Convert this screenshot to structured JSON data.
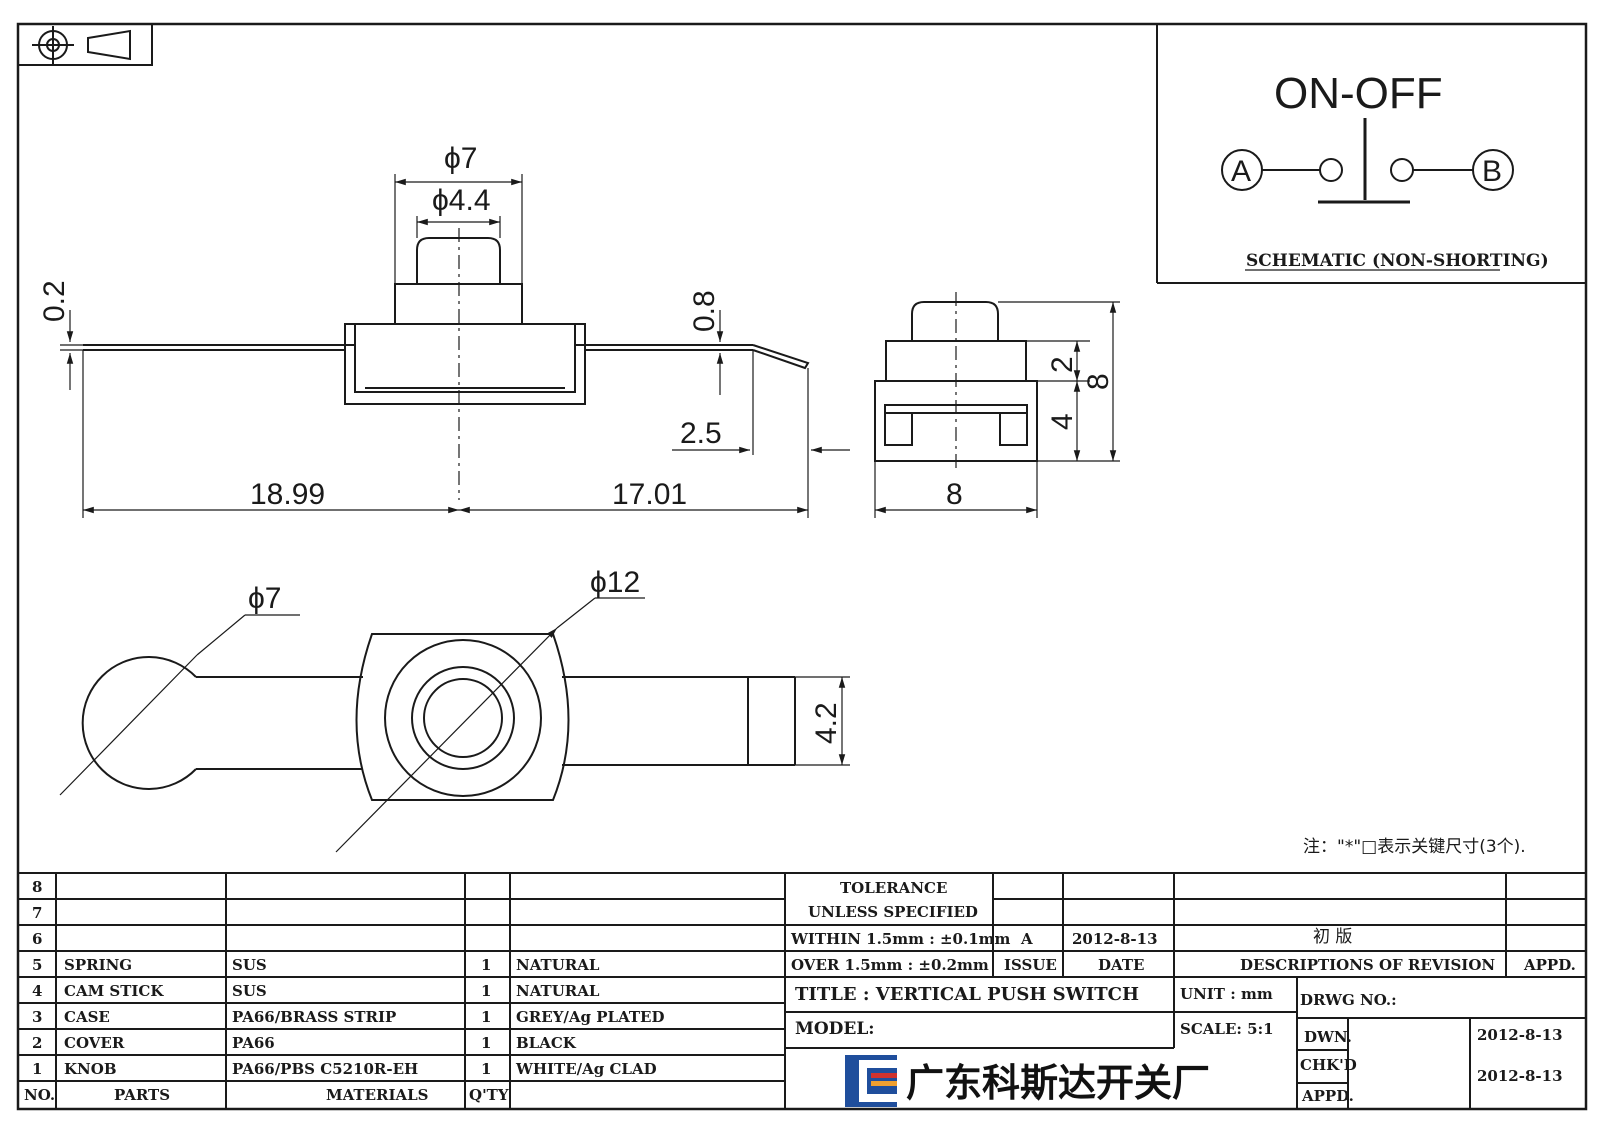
{
  "colors": {
    "ink": "#1a1a1a",
    "paper": "#ffffff",
    "logo_blue": "#1f4e9c",
    "logo_red": "#d0332e",
    "logo_orange": "#f0a030"
  },
  "front_view": {
    "dim_phi7": "ϕ7",
    "dim_phi44": "ϕ4.4",
    "dim_02": "0.2",
    "dim_08": "0.8",
    "dim_25": "2.5",
    "dim_1899": "18.99",
    "dim_1701": "17.01"
  },
  "side_view": {
    "dim_2": "2",
    "dim_4": "4",
    "dim_8h": "8",
    "dim_8w": "8"
  },
  "top_view": {
    "dim_phi7": "ϕ7",
    "dim_phi12": "ϕ12",
    "dim_42": "4.2"
  },
  "schematic": {
    "title": "ON-OFF",
    "node_a": "A",
    "node_b": "B",
    "caption": "SCHEMATIC (NON-SHORTING)"
  },
  "note": "注：\"*\"□表示关键尺寸(3个).",
  "parts_table": {
    "rows": [
      {
        "no": "8",
        "part": "",
        "material": "",
        "qty": "",
        "finish": ""
      },
      {
        "no": "7",
        "part": "",
        "material": "",
        "qty": "",
        "finish": ""
      },
      {
        "no": "6",
        "part": "",
        "material": "",
        "qty": "",
        "finish": ""
      },
      {
        "no": "5",
        "part": "SPRING",
        "material": "SUS",
        "qty": "1",
        "finish": "NATURAL"
      },
      {
        "no": "4",
        "part": "CAM STICK",
        "material": "SUS",
        "qty": "1",
        "finish": "NATURAL"
      },
      {
        "no": "3",
        "part": "CASE",
        "material": "PA66/BRASS STRIP",
        "qty": "1",
        "finish": "GREY/Ag PLATED"
      },
      {
        "no": "2",
        "part": "COVER",
        "material": "PA66",
        "qty": "1",
        "finish": "BLACK"
      },
      {
        "no": "1",
        "part": "KNOB",
        "material": "PA66/PBS C5210R-EH",
        "qty": "1",
        "finish": "WHITE/Ag CLAD"
      }
    ],
    "header": {
      "no": "NO.",
      "parts": "PARTS",
      "materials": "MATERIALS",
      "qty": "Q'TY"
    }
  },
  "revision": {
    "tolerance_1": "TOLERANCE",
    "tolerance_2": "UNLESS  SPECIFIED",
    "within": "WITHIN 1.5mm : ±0.1mm",
    "over": "OVER 1.5mm : ±0.2mm",
    "issue_val": "A",
    "date_val": "2012-8-13",
    "desc_val": "初  版",
    "issue_label": "ISSUE",
    "date_label": "DATE",
    "desc_label": "DESCRIPTIONS OF REVISION",
    "appd_label": "APPD."
  },
  "title_block": {
    "title": "TITLE :  VERTICAL PUSH SWITCH",
    "unit": "UNIT :  mm",
    "drwg_no": "DRWG NO.:",
    "model": "MODEL:",
    "scale": "SCALE:  5:1",
    "dwn_label": "DWN.",
    "dwn_date": "2012-8-13",
    "chkd_label": "CHK'D",
    "chkd_date": "2012-8-13",
    "appd_label": "APPD.",
    "company": "广东科斯达开关厂"
  }
}
